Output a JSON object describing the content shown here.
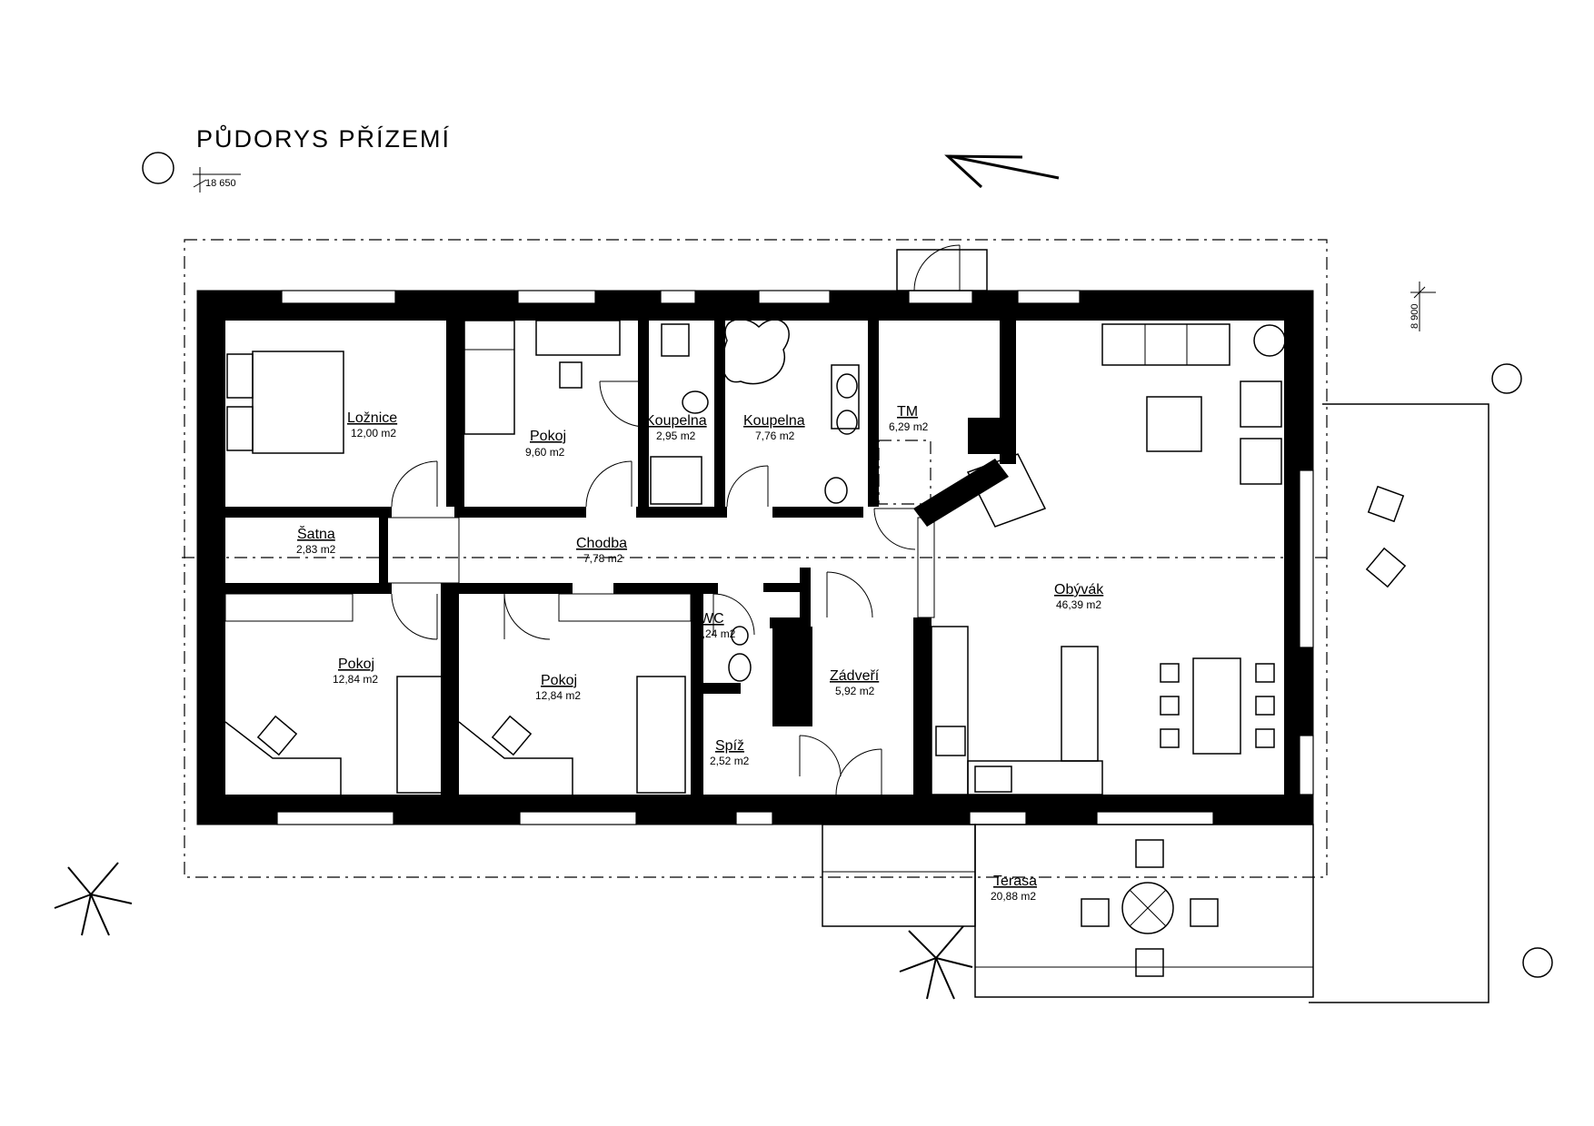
{
  "title": "PŮDORYS  PŘÍZEMÍ",
  "levels": {
    "top": "18 650",
    "right": "8 900"
  },
  "rooms": [
    {
      "name": "Ložnice",
      "area": "12,00 m2"
    },
    {
      "name": "Pokoj",
      "area": "9,60 m2"
    },
    {
      "name": "Koupelna",
      "area": "2,95 m2"
    },
    {
      "name": "Koupelna",
      "area": "7,76 m2"
    },
    {
      "name": "TM",
      "area": "6,29 m2"
    },
    {
      "name": "Šatna",
      "area": "2,83 m2"
    },
    {
      "name": "Chodba",
      "area": "7,78 m2"
    },
    {
      "name": "WC",
      "area": "1,24 m2"
    },
    {
      "name": "Pokoj",
      "area": "12,84 m2"
    },
    {
      "name": "Pokoj",
      "area": "12,84 m2"
    },
    {
      "name": "Zádveří",
      "area": "5,92 m2"
    },
    {
      "name": "Spíž",
      "area": "2,52 m2"
    },
    {
      "name": "Obývák",
      "area": "46,39 m2"
    },
    {
      "name": "Terasa",
      "area": "20,88 m2"
    }
  ]
}
